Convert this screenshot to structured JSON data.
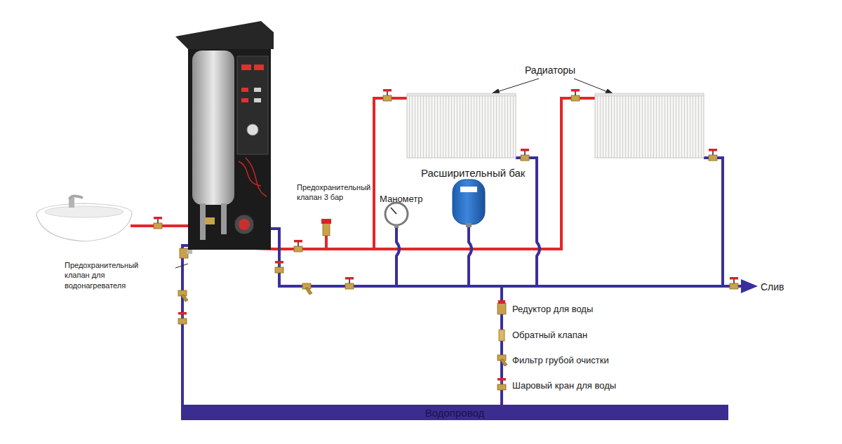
{
  "diagram": {
    "nodes": [
      {
        "text": [
          "Водопровод"
        ]
      }
    ],
    "labels": [
      "Радиаторы",
      "Расширительный бак",
      "Манометр",
      "Предохранительный клапан 3 бар",
      "Предохранительный клапан для водонагревателя",
      "Слив",
      "Редуктор для воды",
      "Обратный клапан",
      "Фильтр грубой очистки",
      "Шаровый кран для воды"
    ]
  }
}
